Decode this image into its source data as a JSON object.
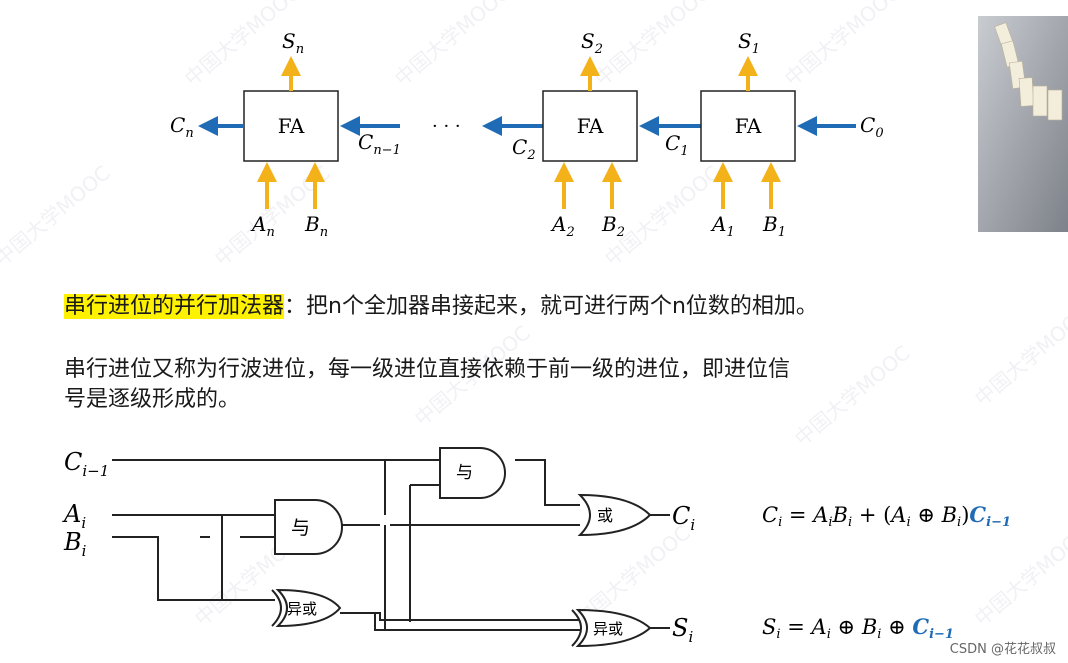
{
  "fa_diagram": {
    "blocks": [
      {
        "label": "FA",
        "sum": "S",
        "sum_sub": "n",
        "a": "A",
        "a_sub": "n",
        "b": "B",
        "b_sub": "n",
        "cin": "C",
        "cin_sub": "n−1",
        "cout": "C",
        "cout_sub": "n"
      },
      {
        "label": "FA",
        "sum": "S",
        "sum_sub": "2",
        "a": "A",
        "a_sub": "2",
        "b": "B",
        "b_sub": "2",
        "cout": "C",
        "cout_sub": "2"
      },
      {
        "label": "FA",
        "sum": "S",
        "sum_sub": "1",
        "a": "A",
        "a_sub": "1",
        "b": "B",
        "b_sub": "1",
        "c_mid": "C",
        "c_mid_sub": "1",
        "cin": "C",
        "cin_sub": "0"
      }
    ],
    "ellipsis": "· · ·",
    "arrow_colors": {
      "carry": "#1f6bb5",
      "io": "#f3b21a"
    }
  },
  "text": {
    "highlight": "串行进位的并行加法器",
    "line1_rest": "：把n个全加器串接起来，就可进行两个n位数的相加。",
    "para_line1": "串行进位又称为行波进位，每一级进位直接依赖于前一级的进位，即进位信",
    "para_line2": "号是逐级形成的。"
  },
  "gate_diagram": {
    "inputs": {
      "c_prev": "C",
      "c_prev_sub": "i−1",
      "a": "A",
      "a_sub": "i",
      "b": "B",
      "b_sub": "i"
    },
    "outputs": {
      "c": "C",
      "c_sub": "i",
      "s": "S",
      "s_sub": "i"
    },
    "gates": {
      "and_top": "与",
      "and_mid": "与",
      "or": "或",
      "xor1": "异或",
      "xor2": "异或"
    },
    "formula_c": {
      "lhs": "C",
      "lhs_sub": "i",
      "eq": " = ",
      "t1": "A",
      "t1_sub": "i",
      "t2": "B",
      "t2_sub": "i",
      "plus": " + (",
      "t3": "A",
      "t3_sub": "i",
      "op": " ⊕ ",
      "t4": "B",
      "t4_sub": "i",
      "close": ")",
      "t5": "C",
      "t5_sub": "i−1"
    },
    "formula_s": {
      "lhs": "S",
      "lhs_sub": "i",
      "eq": " = ",
      "t1": "A",
      "t1_sub": "i",
      "op1": " ⊕ ",
      "t2": "B",
      "t2_sub": "i",
      "op2": " ⊕ ",
      "t3": "C",
      "t3_sub": "i−1"
    },
    "accent": "#1f6bb5"
  },
  "watermark": "中国大学MOOC",
  "footer": "CSDN @花花叔叔"
}
